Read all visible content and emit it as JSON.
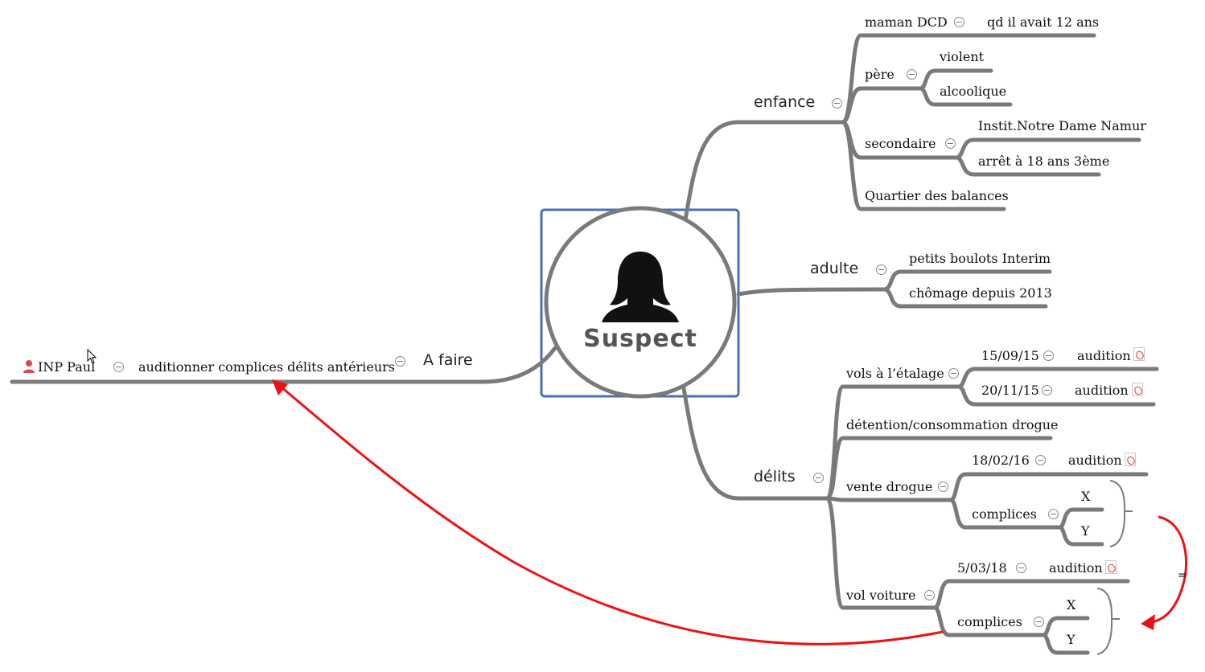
{
  "central_topic": {
    "title": "Suspect",
    "icon": "woman-silhouette-icon"
  },
  "branches": {
    "enfance": {
      "label": "enfance",
      "maman": {
        "label": "maman DCD",
        "detail": "qd il avait 12 ans"
      },
      "pere": {
        "label": "père",
        "items": [
          "violent",
          "alcoolique"
        ]
      },
      "secondaire": {
        "label": "secondaire",
        "items": [
          "Instit.Notre Dame Namur",
          "arrêt à 18 ans 3ème"
        ]
      },
      "quartier": {
        "label": "Quartier des balances"
      }
    },
    "adulte": {
      "label": "adulte",
      "items": [
        "petits boulots Interim",
        "chômage depuis 2013"
      ]
    },
    "delits": {
      "label": "délits",
      "vols": {
        "label": "vols à l’étalage",
        "auditions": [
          {
            "date": "15/09/15",
            "label": "audition"
          },
          {
            "date": "20/11/15",
            "label": "audition"
          }
        ]
      },
      "detention": {
        "label": "détention/consommation drogue"
      },
      "vente": {
        "label": "vente drogue",
        "audition": {
          "date": "18/02/16",
          "label": "audition"
        },
        "complices": {
          "label": "complices",
          "items": [
            "X",
            "Y"
          ]
        }
      },
      "vol_voiture": {
        "label": "vol voiture",
        "audition": {
          "date": "5/03/18",
          "label": "audition"
        },
        "complices": {
          "label": "complices",
          "items": [
            "X",
            "Y"
          ]
        }
      }
    },
    "a_faire": {
      "label": "A faire",
      "task": "auditionner complices délits antérieurs",
      "assignee": "INP Paul"
    }
  },
  "relationship_label": "=",
  "icons": {
    "attachment": "pdf-attachment-icon",
    "collapse": "collapse-toggle-icon",
    "assignee": "person-icon"
  },
  "colors": {
    "branch": "#7a7a7a",
    "center_border": "#4a6fb5",
    "relationship": "#ee1111",
    "pdf": "#e23a3a",
    "person": "#e04848"
  }
}
